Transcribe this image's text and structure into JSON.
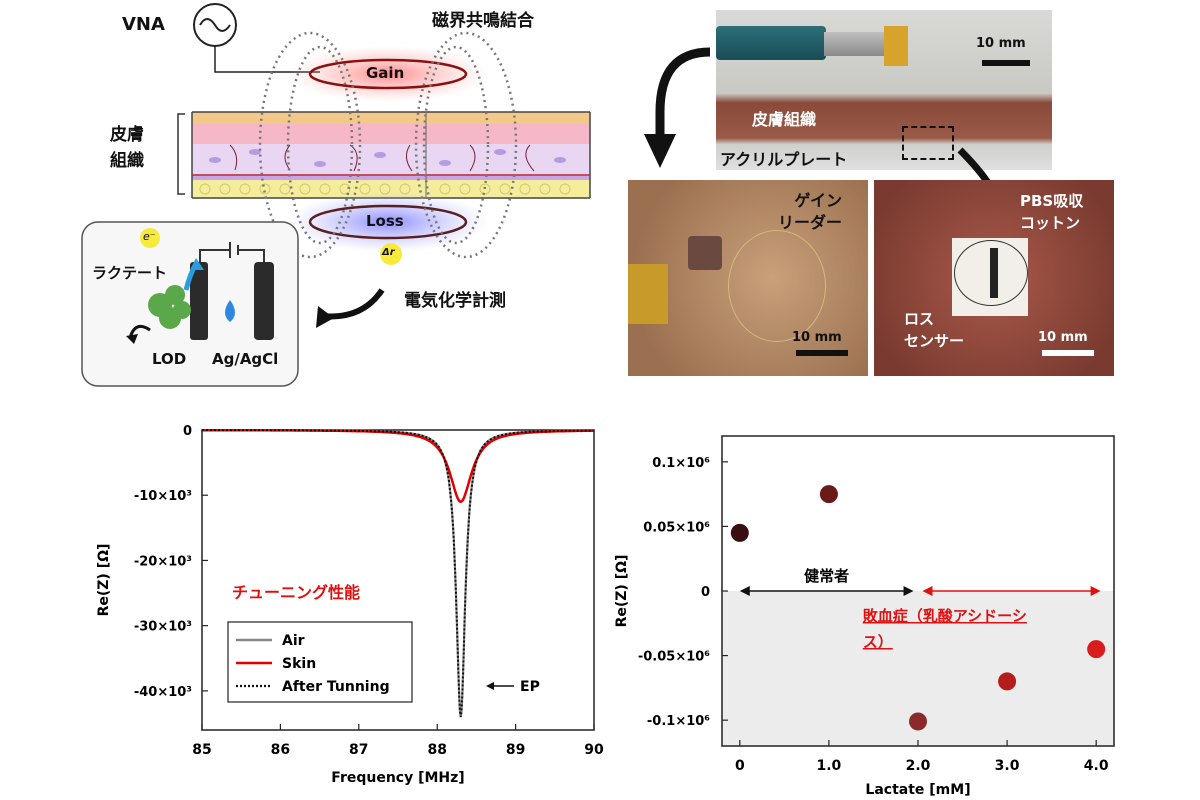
{
  "diagram": {
    "vna_label": "VNA",
    "coupling_label": "磁界共鳴結合",
    "gain_label": "Gain",
    "loss_label": "Loss",
    "delta_r": "Δr",
    "skin_label_1": "皮膚",
    "skin_label_2": "組織",
    "electron": "e⁻",
    "lactate_label": "ラクテート",
    "lod_label": "LOD",
    "agcl_label": "Ag/AgCl",
    "electrochem_label": "電気化学計測"
  },
  "photos": {
    "top_scale": "10 mm",
    "skin_tissue": "皮膚組織",
    "acrylic_plate": "アクリルプレート",
    "gain_reader_1": "ゲイン",
    "gain_reader_2": "リーダー",
    "left_scale": "10 mm",
    "pbs_1": "PBS吸収",
    "pbs_2": "コットン",
    "loss_sensor_1": "ロス",
    "loss_sensor_2": "センサー",
    "right_scale": "10 mm"
  },
  "chart_data": [
    {
      "type": "line",
      "xlabel": "Frequency [MHz]",
      "ylabel": "Re(Z) [Ω]",
      "xlim": [
        85,
        90
      ],
      "ylim": [
        -46000,
        0
      ],
      "xticks": [
        "85",
        "86",
        "87",
        "88",
        "89",
        "90"
      ],
      "yticks": [
        "0",
        "-10×10³",
        "-20×10³",
        "-30×10³",
        "-40×10³"
      ],
      "annotation": "チューニング性能",
      "ep_label": "EP",
      "series": [
        {
          "name": "Air",
          "color": "#888888",
          "center": 88.3,
          "depth": -44000,
          "width": 0.07
        },
        {
          "name": "Skin",
          "color": "#e00000",
          "center": 88.3,
          "depth": -11000,
          "width": 0.17
        },
        {
          "name": "After Tunning",
          "color": "#111111",
          "center": 88.3,
          "depth": -44000,
          "width": 0.07
        }
      ]
    },
    {
      "type": "scatter",
      "xlabel": "Lactate [mM]",
      "ylabel": "Re(Z) [Ω]",
      "xlim": [
        -0.2,
        4.2
      ],
      "ylim": [
        -0.12,
        0.12
      ],
      "xticks": [
        "0",
        "1.0",
        "2.0",
        "3.0",
        "4.0"
      ],
      "yticks": [
        "0.1×10⁶",
        "0.05×10⁶",
        "0",
        "-0.05×10⁶",
        "-0.1×10⁶"
      ],
      "x": [
        0,
        1.0,
        2.0,
        3.0,
        4.0
      ],
      "y": [
        0.045,
        0.075,
        -0.101,
        -0.07,
        -0.045
      ],
      "point_colors": [
        "#3a0e0e",
        "#6b1a1a",
        "#8a2a2a",
        "#b51c1c",
        "#d91c1c"
      ],
      "healthy_label": "健常者",
      "sepsis_label_1": "敗血症（乳酸アシドーシ",
      "sepsis_label_2": "ス）"
    }
  ]
}
